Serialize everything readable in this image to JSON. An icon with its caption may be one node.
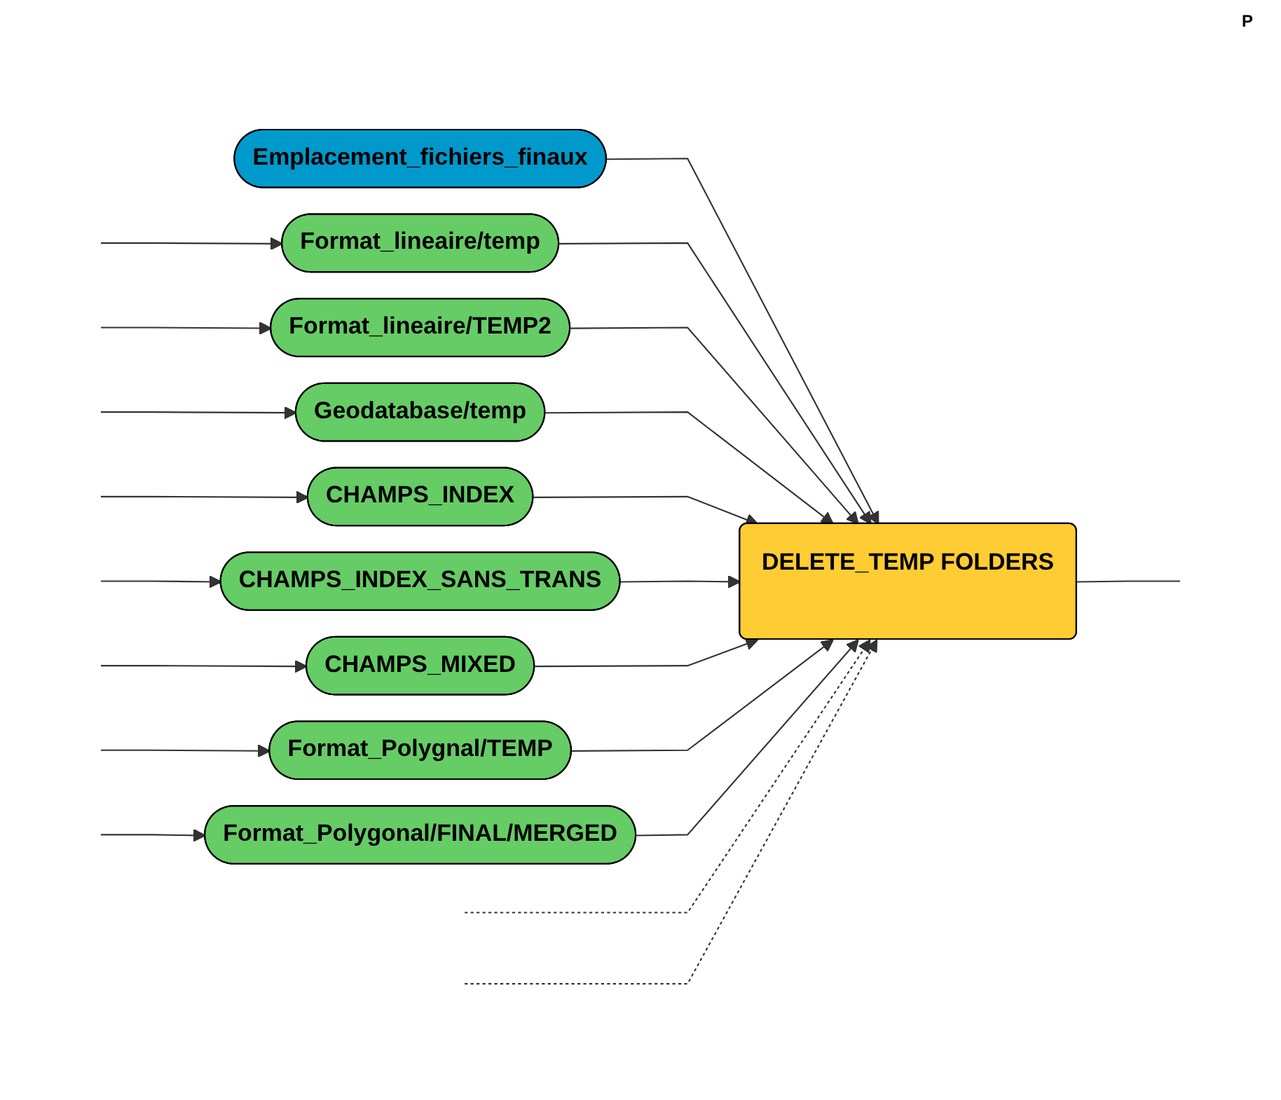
{
  "diagram": {
    "nodes": [
      {
        "text": [
          "Emplacement_fichiers_finaux"
        ]
      },
      {
        "text": [
          "Format_lineaire/temp"
        ]
      },
      {
        "text": [
          "Format_lineaire/TEMP2"
        ]
      },
      {
        "text": [
          "Geodatabase/temp"
        ]
      },
      {
        "text": [
          "CHAMPS_INDEX"
        ]
      },
      {
        "text": [
          "CHAMPS_INDEX_SANS_TRANS"
        ]
      },
      {
        "text": [
          "CHAMPS_MIXED"
        ]
      },
      {
        "text": [
          "Format_Polygnal/TEMP"
        ]
      },
      {
        "text": [
          "Format_Polygonal/FINAL/MERGED"
        ]
      },
      {
        "text": [
          "DELETE_TEMP FOLDERS"
        ]
      }
    ],
    "edges": [
      {
        "from": null,
        "to": 1,
        "arrow": "to"
      },
      {
        "from": null,
        "to": 2,
        "arrow": "to"
      },
      {
        "from": null,
        "to": 3,
        "arrow": "to"
      },
      {
        "from": null,
        "to": 4,
        "arrow": "to"
      },
      {
        "from": null,
        "to": 5,
        "arrow": "to"
      },
      {
        "from": null,
        "to": 6,
        "arrow": "to"
      },
      {
        "from": null,
        "to": 7,
        "arrow": "to"
      },
      {
        "from": null,
        "to": 8,
        "arrow": "to"
      },
      {
        "from": 0,
        "to": 9,
        "arrow": "to"
      },
      {
        "from": 1,
        "to": 9,
        "arrow": "to"
      },
      {
        "from": 2,
        "to": 9,
        "arrow": "to"
      },
      {
        "from": 3,
        "to": 9,
        "arrow": "to"
      },
      {
        "from": 4,
        "to": 9,
        "arrow": "to"
      },
      {
        "from": 5,
        "to": 9,
        "arrow": "to"
      },
      {
        "from": 6,
        "to": 9,
        "arrow": "to"
      },
      {
        "from": 7,
        "to": 9,
        "arrow": "to"
      },
      {
        "from": 8,
        "to": 9,
        "arrow": "to"
      },
      {
        "from": null,
        "to": 9,
        "arrow": "to",
        "style": "dashed"
      },
      {
        "from": null,
        "to": 9,
        "arrow": "to",
        "style": "dashed"
      },
      {
        "from": 9,
        "to": null,
        "arrow": "none"
      }
    ],
    "labels": [
      "P"
    ]
  }
}
